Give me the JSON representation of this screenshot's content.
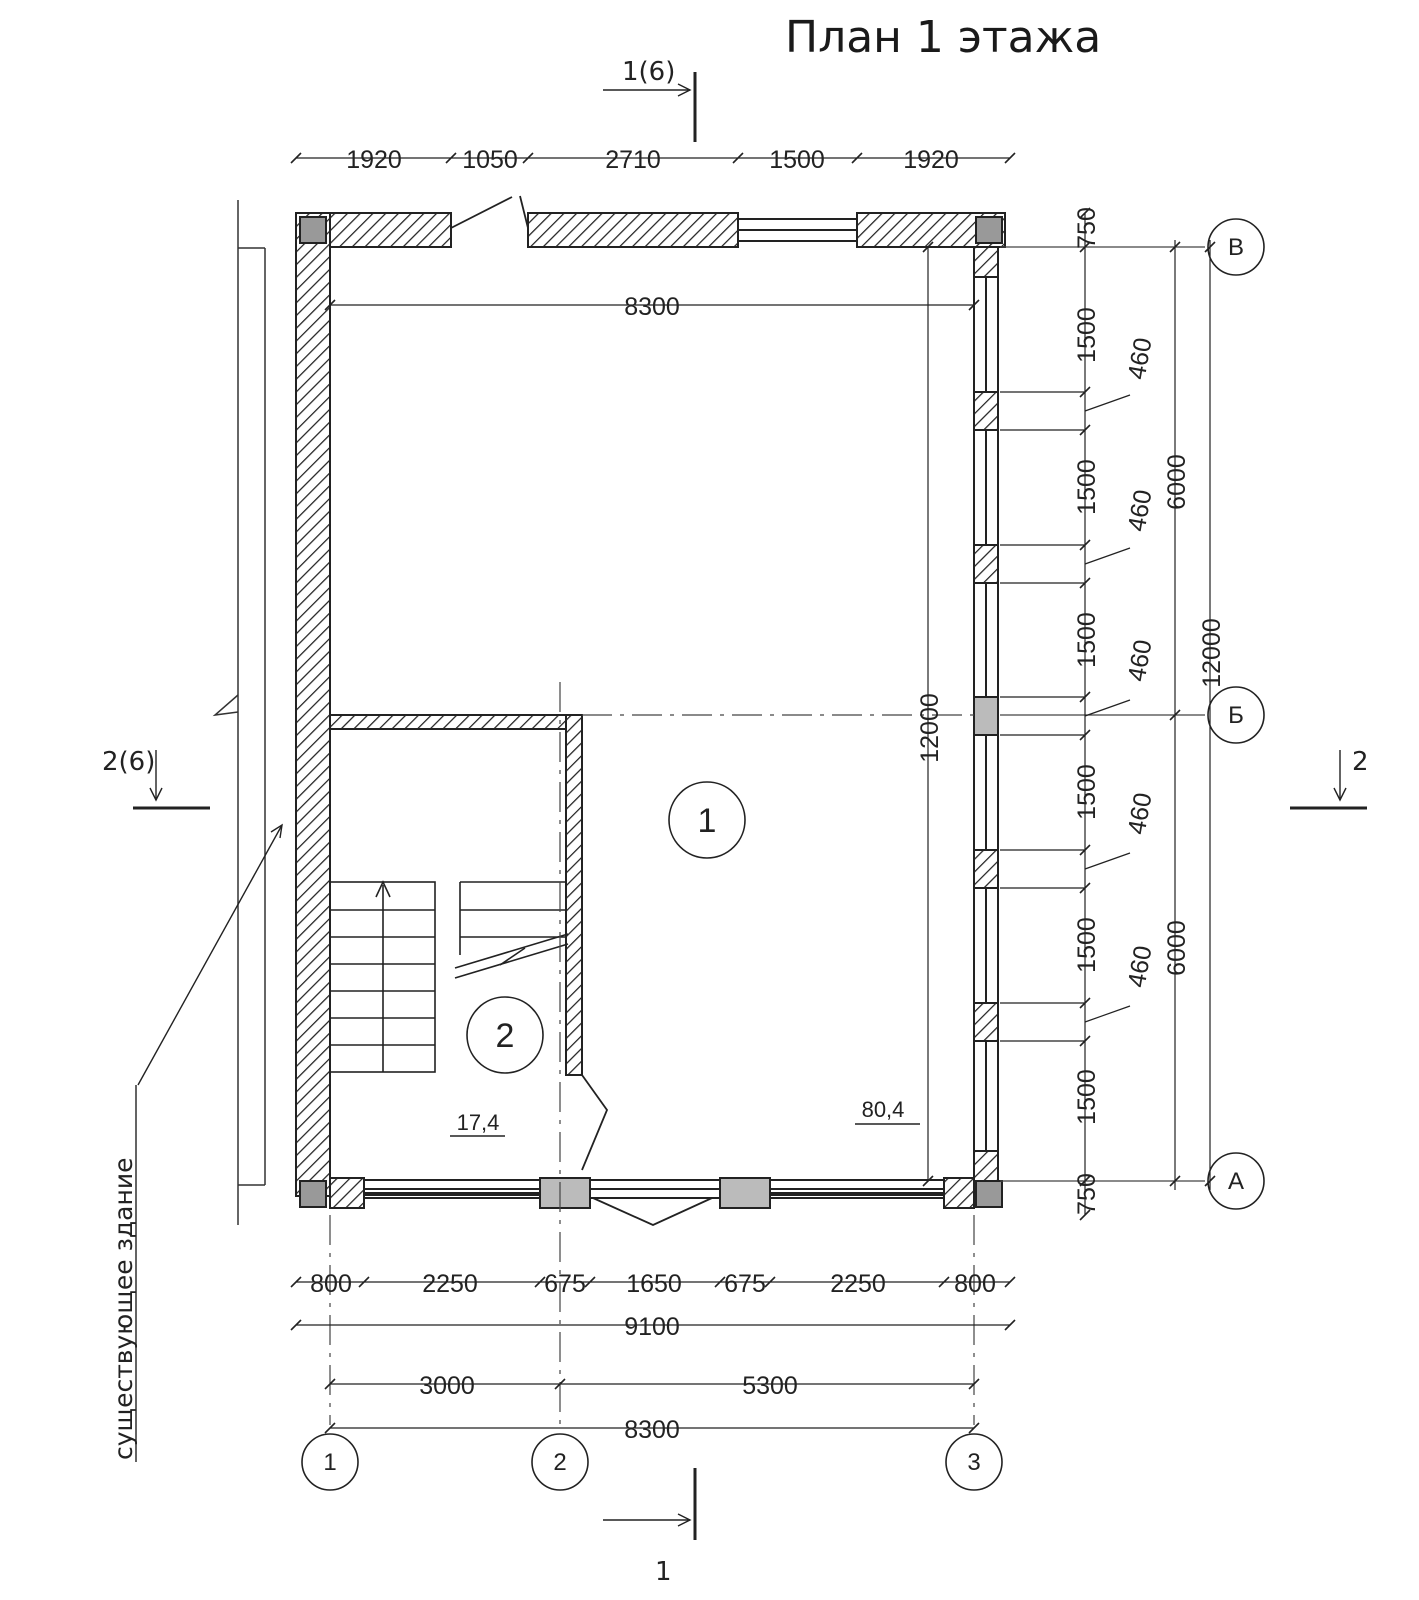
{
  "title": "План 1 этажа",
  "note_existing_building": "существующее здание",
  "section_marks": {
    "top": "1(6)",
    "bottom": "1",
    "left": "2(6)",
    "right": "2"
  },
  "axes": {
    "a1": "1",
    "a2": "2",
    "a3": "3",
    "row_a": "А",
    "row_b": "Б",
    "row_v": "В"
  },
  "rooms": {
    "r1": "1",
    "r2": "2",
    "area1": "80,4",
    "area2": "17,4"
  },
  "dims_top": [
    "1920",
    "1050",
    "2710",
    "1500",
    "1920"
  ],
  "dim_inner_width": "8300",
  "dims_bottom": [
    "800",
    "2250",
    "675",
    "1650",
    "675",
    "2250",
    "800"
  ],
  "dim_total_9100": "9100",
  "dims_axes": [
    "3000",
    "5300"
  ],
  "dim_axes_total": "8300",
  "dims_right": [
    "750",
    "1500",
    "1500",
    "1500",
    "1500",
    "1500",
    "1500",
    "750"
  ],
  "dims_pier": [
    "460",
    "460",
    "460",
    "460",
    "460"
  ],
  "dims_half": [
    "6000",
    "6000"
  ],
  "dim_total_12000": "12000",
  "dim_inner_12000": "12000"
}
